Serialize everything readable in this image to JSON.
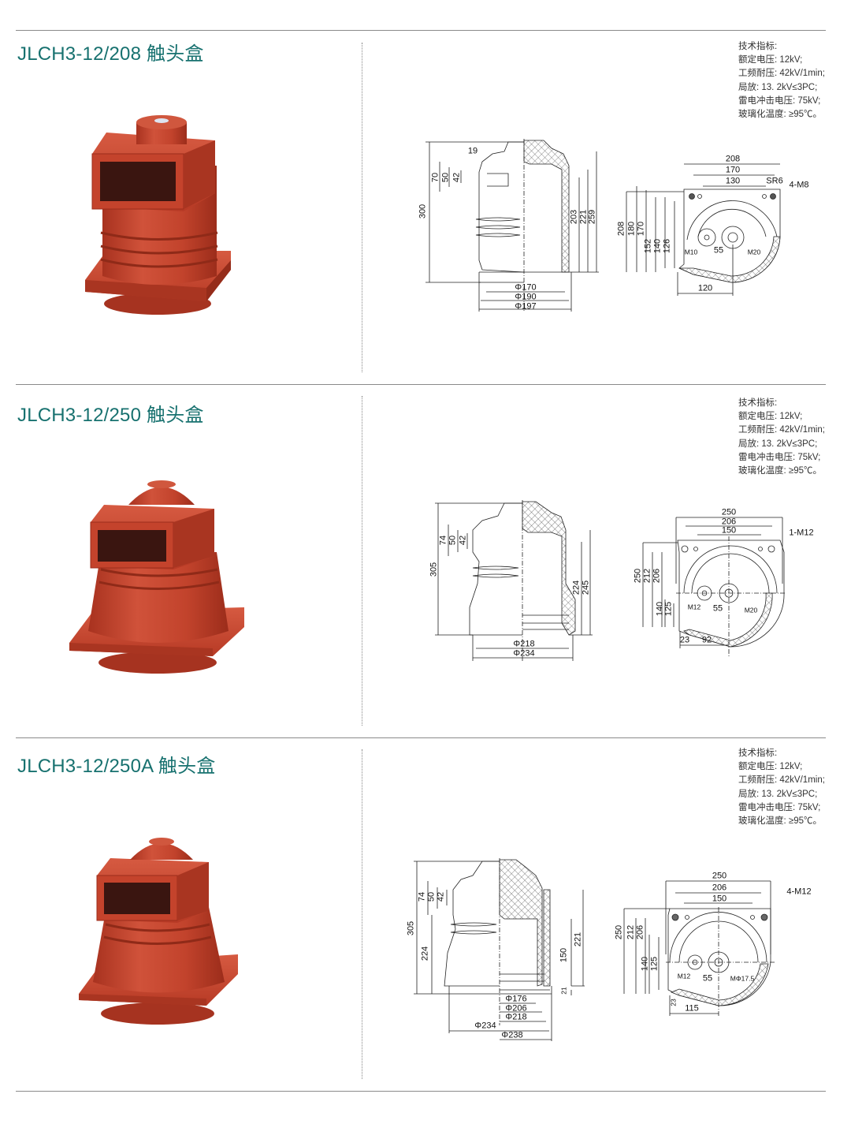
{
  "colors": {
    "title": "#17716f",
    "product": "#c4432c",
    "rule": "#8a8a8a"
  },
  "sections": [
    {
      "title": "JLCH3-12/208 触头盒",
      "specs": [
        "技术指标:",
        "额定电压: 12kV;",
        "工频耐压: 42kV/1min;",
        "局放: 13. 2kV≤3PC;",
        "雷电冲击电压: 75kV;",
        "玻璃化温度: ≥95℃。"
      ],
      "side_view": {
        "d19": "19",
        "d70": "70",
        "d50": "50",
        "d42": "42",
        "d300": "300",
        "d203": "203",
        "d221": "221",
        "d259": "259",
        "phi170": "Φ170",
        "phi190": "Φ190",
        "phi197": "Φ197"
      },
      "top_view": {
        "d208": "208",
        "d170": "170",
        "d130": "130",
        "sr6": "SR6",
        "bolts": "4-M8",
        "v208": "208",
        "v180": "180",
        "v170": "170",
        "v152": "152",
        "v140": "140",
        "v126": "126",
        "m10": "M10",
        "d55": "55",
        "m20": "M20",
        "d120": "120"
      }
    },
    {
      "title": "JLCH3-12/250 触头盒",
      "specs": [
        "技术指标:",
        "额定电压: 12kV;",
        "工频耐压: 42kV/1min;",
        "局放: 13. 2kV≤3PC;",
        "雷电冲击电压: 75kV;",
        "玻璃化温度: ≥95℃。"
      ],
      "side_view": {
        "d74": "74",
        "d50": "50",
        "d42": "42",
        "d305": "305",
        "d224": "224",
        "d245": "245",
        "phi218": "Φ218",
        "phi234": "Φ234"
      },
      "top_view": {
        "d250": "250",
        "d206": "206",
        "d150": "150",
        "bolts": "1-M12",
        "v250": "250",
        "v212": "212",
        "v206": "206",
        "v140": "140",
        "v125": "125",
        "m12": "M12",
        "d55": "55",
        "m20": "M20",
        "d23": "23",
        "d92": "92"
      }
    },
    {
      "title": "JLCH3-12/250A 触头盒",
      "specs": [
        "技术指标:",
        "额定电压: 12kV;",
        "工频耐压: 42kV/1min;",
        "局放: 13. 2kV≤3PC;",
        "雷电冲击电压: 75kV;",
        "玻璃化温度: ≥95℃。"
      ],
      "side_view": {
        "d74": "74",
        "d50": "50",
        "d42": "42",
        "d305": "305",
        "d224": "224",
        "d150": "150",
        "d221": "221",
        "d21": "21",
        "phi176": "Φ176",
        "phi206": "Φ206",
        "phi218": "Φ218",
        "phi234": "Φ234",
        "phi238": "Φ238"
      },
      "top_view": {
        "d250": "250",
        "d206": "206",
        "d150": "150",
        "bolts": "4-M12",
        "v250": "250",
        "v212": "212",
        "v206": "206",
        "v140": "140",
        "v125": "125",
        "m12": "M12",
        "d55": "55",
        "m175": "MΦ17.5",
        "d23": "23",
        "d115": "115"
      }
    }
  ]
}
